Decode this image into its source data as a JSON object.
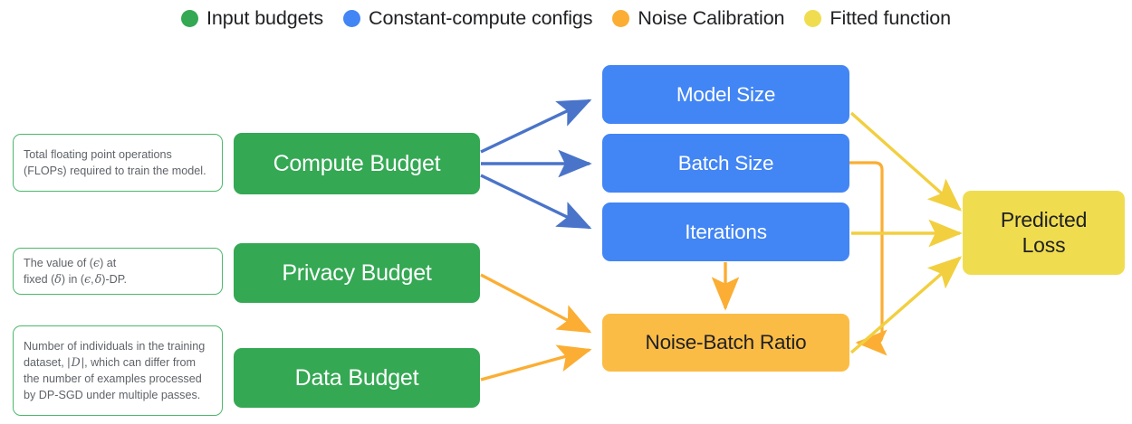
{
  "legend": {
    "items": [
      {
        "label": "Input budgets",
        "color": "#34a853",
        "icon": "legend-dot-icon"
      },
      {
        "label": "Constant-compute configs",
        "color": "#4285f4",
        "icon": "legend-dot-icon"
      },
      {
        "label": "Noise Calibration",
        "color": "#fbae33",
        "icon": "legend-dot-icon"
      },
      {
        "label": "Fitted function",
        "color": "#f0dd4f",
        "icon": "legend-dot-icon"
      }
    ]
  },
  "notes": [
    {
      "id": "compute-budget-note",
      "text": "Total floating point operations (FLOPs) required to train the model."
    },
    {
      "id": "privacy-budget-note",
      "text": "The value of (ϵ) at fixed (δ) in (ϵ, δ)-DP."
    },
    {
      "id": "data-budget-note",
      "text": "Number of individuals in the training dataset, | D |, which can differ from the number of examples processed by DP-SGD under multiple passes."
    }
  ],
  "nodes": {
    "inputs": [
      {
        "id": "compute-budget",
        "label": "Compute Budget",
        "color": "#34a853"
      },
      {
        "id": "privacy-budget",
        "label": "Privacy Budget",
        "color": "#34a853"
      },
      {
        "id": "data-budget",
        "label": "Data Budget",
        "color": "#34a853"
      }
    ],
    "configs": [
      {
        "id": "model-size",
        "label": "Model Size",
        "color": "#4285f4"
      },
      {
        "id": "batch-size",
        "label": "Batch Size",
        "color": "#4285f4"
      },
      {
        "id": "iterations",
        "label": "Iterations",
        "color": "#4285f4"
      }
    ],
    "calibration": {
      "id": "noise-batch-ratio",
      "label": "Noise-Batch Ratio",
      "color": "#fbbc45"
    },
    "output": {
      "id": "predicted-loss",
      "label_line1": "Predicted",
      "label_line2": "Loss",
      "color": "#f0dd4f"
    }
  },
  "edges": [
    {
      "from": "compute-budget",
      "to": "model-size",
      "color": "#4a74c9",
      "kind": "arrow"
    },
    {
      "from": "compute-budget",
      "to": "batch-size",
      "color": "#4a74c9",
      "kind": "arrow"
    },
    {
      "from": "compute-budget",
      "to": "iterations",
      "color": "#4a74c9",
      "kind": "arrow"
    },
    {
      "from": "privacy-budget",
      "to": "noise-batch-ratio",
      "color": "#fbae33",
      "kind": "arrow"
    },
    {
      "from": "data-budget",
      "to": "noise-batch-ratio",
      "color": "#fbae33",
      "kind": "arrow"
    },
    {
      "from": "iterations",
      "to": "noise-batch-ratio",
      "color": "#fbae33",
      "kind": "arrow"
    },
    {
      "from": "batch-size",
      "to": "noise-batch-ratio",
      "color": "#fbae33",
      "kind": "elbow"
    },
    {
      "from": "model-size",
      "to": "predicted-loss",
      "color": "#f2cf3f",
      "kind": "arrow"
    },
    {
      "from": "iterations",
      "to": "predicted-loss",
      "color": "#f2cf3f",
      "kind": "arrow"
    },
    {
      "from": "noise-batch-ratio",
      "to": "predicted-loss",
      "color": "#f2cf3f",
      "kind": "arrow"
    }
  ],
  "colors": {
    "green": "#34a853",
    "blue": "#4285f4",
    "orange": "#fbbc45",
    "orange_arrow": "#fbae33",
    "yellow": "#f0dd4f",
    "yellow_arrow": "#f2cf3f",
    "blue_arrow": "#4a74c9",
    "note_border": "#4cb86a",
    "note_text": "#5f6368",
    "background": "#ffffff"
  }
}
